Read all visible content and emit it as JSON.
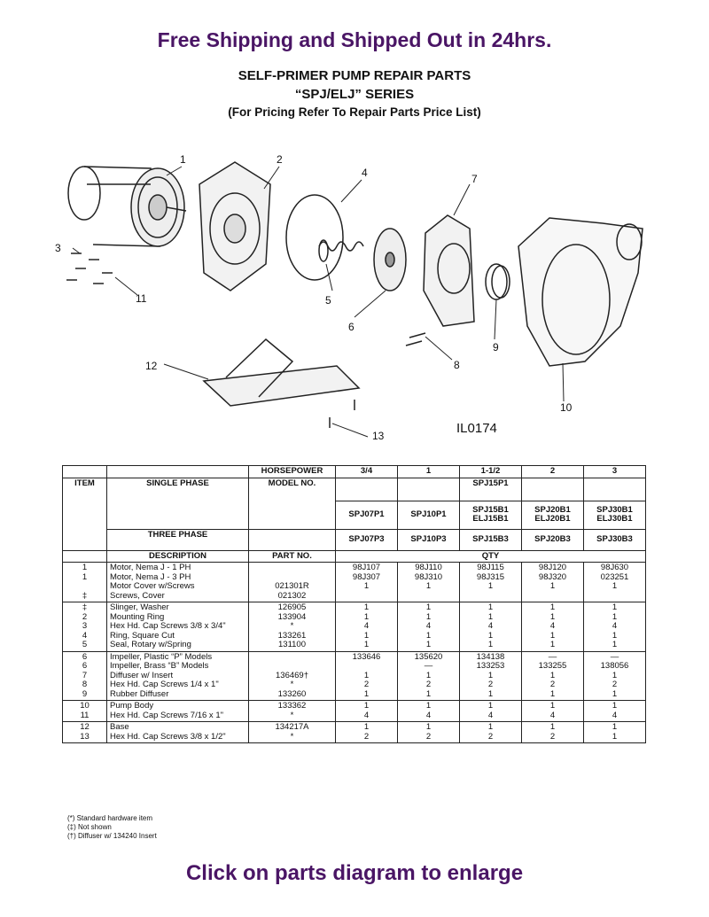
{
  "banner_top": "Free Shipping and Shipped Out in 24hrs.",
  "banner_bottom": "Click on parts diagram to enlarge",
  "heading": {
    "line1": "SELF-PRIMER PUMP REPAIR PARTS",
    "line2": "“SPJ/ELJ” SERIES",
    "line3": "(For Pricing Refer To Repair Parts Price List)"
  },
  "diagram": {
    "callouts": [
      "1",
      "2",
      "3",
      "4",
      "5",
      "6",
      "7",
      "8",
      "9",
      "10",
      "11",
      "12",
      "13"
    ],
    "drawing_id": "IL0174"
  },
  "table": {
    "horsepower_label": "HORSEPOWER",
    "horsepower": [
      "3/4",
      "1",
      "1-1/2",
      "2",
      "3"
    ],
    "item_label": "ITEM",
    "single_phase_label": "SINGLE PHASE",
    "model_no_label": "MODEL NO.",
    "single_phase_p_models": [
      "",
      "",
      "SPJ15P1",
      "",
      ""
    ],
    "single_phase_models": [
      "SPJ07P1",
      "SPJ10P1",
      "SPJ15B1\nELJ15B1",
      "SPJ20B1\nELJ20B1",
      "SPJ30B1\nELJ30B1"
    ],
    "three_phase_label": "THREE PHASE",
    "three_phase_models": [
      "SPJ07P3",
      "SPJ10P3",
      "SPJ15B3",
      "SPJ20B3",
      "SPJ30B3"
    ],
    "description_label": "DESCRIPTION",
    "part_no_label": "PART NO.",
    "qty_label": "QTY",
    "groups": [
      {
        "items": "1\n1\n\n‡",
        "descriptions": "Motor, Nema J - 1 PH\nMotor, Nema J - 3 PH\n     Motor Cover w/Screws\nScrews, Cover",
        "parts": "\n\n021301R\n021302",
        "qty": [
          "98J107\n98J307\n1",
          "98J110\n98J310\n1",
          "98J115\n98J315\n1",
          "98J120\n98J320\n1",
          "98J630\n023251\n1"
        ]
      },
      {
        "items": "‡\n2\n3\n4\n5",
        "descriptions": "Slinger, Washer\nMounting Ring\nHex Hd. Cap Screws 3/8 x 3/4\"\nRing, Square Cut\nSeal, Rotary w/Spring",
        "parts": "126905\n133904\n*\n133261\n131100",
        "qty": [
          "1\n1\n4\n1\n1",
          "1\n1\n4\n1\n1",
          "1\n1\n4\n1\n1",
          "1\n1\n4\n1\n1",
          "1\n1\n4\n1\n1"
        ]
      },
      {
        "items": "6\n6\n7\n8\n9",
        "descriptions": "Impeller, Plastic “P” Models\nImpeller, Brass “B” Models\nDiffuser w/ Insert\nHex Hd. Cap Screws 1/4 x 1\"\nRubber Diffuser",
        "parts": "\n\n136469†\n*\n133260",
        "qty": [
          "133646\n\n1\n2\n1",
          "135620\n—\n1\n2\n1",
          "134138\n133253\n1\n2\n1",
          "—\n133255\n1\n2\n1",
          "—\n138056\n1\n2\n1"
        ]
      },
      {
        "items": "10\n11",
        "descriptions": "Pump Body\nHex Hd. Cap Screws 7/16 x 1\"",
        "parts": "133362\n*",
        "qty": [
          "1\n4",
          "1\n4",
          "1\n4",
          "1\n4",
          "1\n4"
        ]
      },
      {
        "items": "12\n13",
        "descriptions": "Base\nHex Hd. Cap Screws 3/8 x 1/2\"",
        "parts": "134217A\n*",
        "qty": [
          "1\n2",
          "1\n2",
          "1\n2",
          "1\n2",
          "1\n1"
        ]
      }
    ]
  },
  "notes": [
    "(*)  Standard hardware item",
    "(‡)  Not shown",
    "(†)  Diffuser w/ 134240 Insert"
  ]
}
